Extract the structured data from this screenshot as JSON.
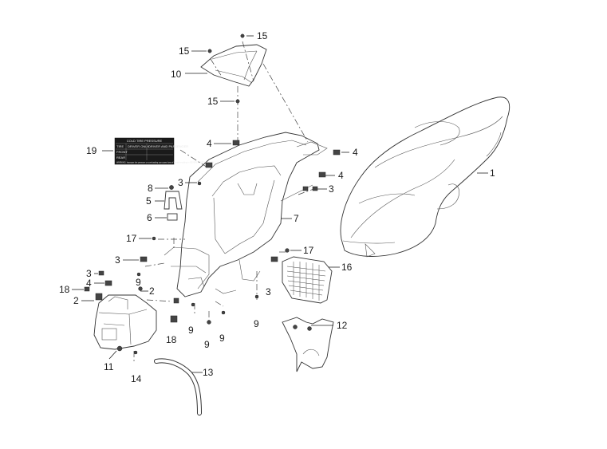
{
  "callouts": {
    "c1": "1",
    "c2a": "2",
    "c2b": "2",
    "c3a": "3",
    "c3b": "3",
    "c3c": "3",
    "c3d": "3",
    "c3e": "3",
    "c4a": "4",
    "c4b": "4",
    "c4c": "4",
    "c4d": "4",
    "c5": "5",
    "c6": "6",
    "c7": "7",
    "c8": "8",
    "c9a": "9",
    "c9b": "9",
    "c9c": "9",
    "c9d": "9",
    "c9e": "9",
    "c10": "10",
    "c11": "11",
    "c12": "12",
    "c13": "13",
    "c14": "14",
    "c15a": "15",
    "c15b": "15",
    "c15c": "15",
    "c16": "16",
    "c17a": "17",
    "c17b": "17",
    "c18a": "18",
    "c18b": "18",
    "c19": "19"
  },
  "tire_label": {
    "title": "COLD TIRE PRESSURE",
    "col_driver": "DRIVER ONLY",
    "col_passenger": "DRIVER AND PASSENGER",
    "row_tire": "TIRE",
    "row_front": "FRONT",
    "row_rear": "REAR",
    "warning": "WARNING: Improper tire pressure or overloading can cause loss of control resulting in SEVERE INJURY or DEATH."
  }
}
